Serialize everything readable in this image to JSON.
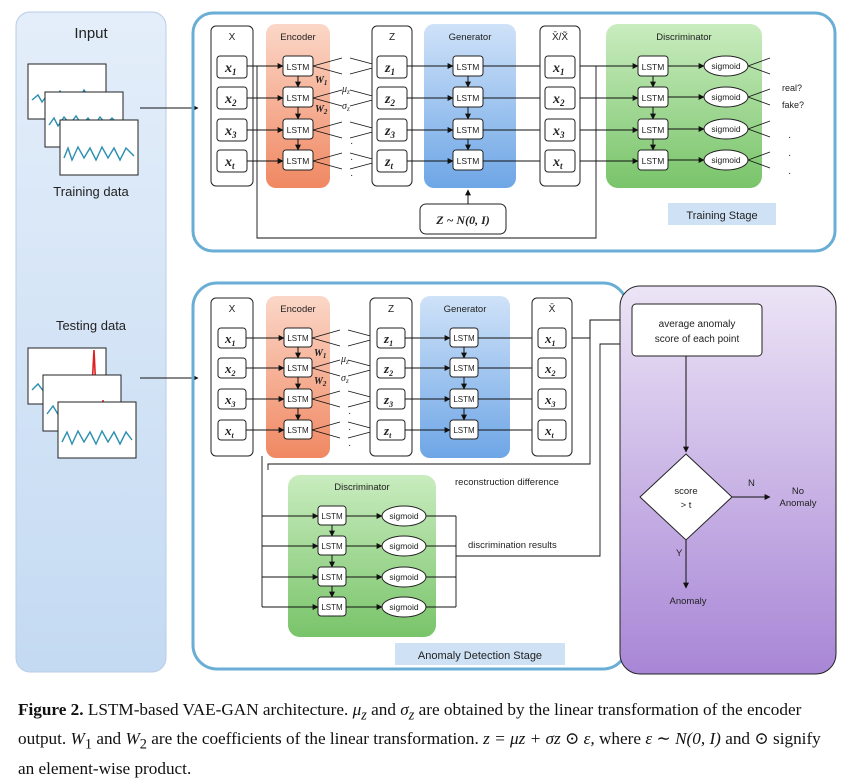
{
  "input": {
    "title": "Input",
    "training_label": "Training data",
    "testing_label": "Testing data"
  },
  "vars": {
    "x": "x",
    "z": "z",
    "sub_t": "t",
    "sub_1": "1",
    "sub_2": "2",
    "sub_3": "3",
    "w": "W",
    "mu": "μ",
    "sigma": "σ"
  },
  "training": {
    "encoder": "Encoder",
    "generator": "Generator",
    "discriminator": "Discriminator",
    "col_x": "X",
    "col_z": "Z",
    "col_xhat": "X̄/X̃",
    "lstm": "LSTM",
    "sigmoid": "sigmoid",
    "real": "real?",
    "fake": "fake?",
    "dots": "·",
    "noise": "Z ~ N(0, I)",
    "stage": "Training Stage"
  },
  "testing": {
    "encoder": "Encoder",
    "generator": "Generator",
    "discriminator": "Discriminator",
    "col_x": "X",
    "col_z": "Z",
    "col_xhat": "X̄",
    "lstm": "LSTM",
    "sigmoid": "sigmoid",
    "recon": "reconstruction difference",
    "disc_results": "discrimination results",
    "stage": "Anomaly Detection Stage"
  },
  "decision": {
    "avg_line1": "average anomaly",
    "avg_line2": "score of each point",
    "score_line1": "score",
    "score_line2": "> t",
    "n": "N",
    "y": "Y",
    "no_anomaly_1": "No",
    "no_anomaly_2": "Anomaly",
    "anomaly": "Anomaly"
  },
  "caption": {
    "fig": "Figure 2.",
    "p1": " LSTM-based VAE-GAN architecture. ",
    "mu": "μ",
    "z": "z",
    "and": " and ",
    "sigma": "σ",
    "p2": " are obtained by the linear transformation of the encoder output. ",
    "w": "W",
    "one": "1",
    "two": "2",
    "p3": " are the coefficients of the linear transformation. ",
    "eq": "z = μz + σz ⊙ ε,",
    "p4": " where ",
    "eps": "ε ∼ N(0, I)",
    "p5": " and ⊙ signify an element-wise product."
  },
  "colors": {
    "stage_border": "#6aaed6",
    "input_panel": "#cfe1f5",
    "encoder": "#f29c7e",
    "generator": "#8ab8ea",
    "discriminator": "#92cf83",
    "decision_panel": "#b9a0dc",
    "signal": "#2a8fb0",
    "anomaly_spike": "#e02020"
  }
}
